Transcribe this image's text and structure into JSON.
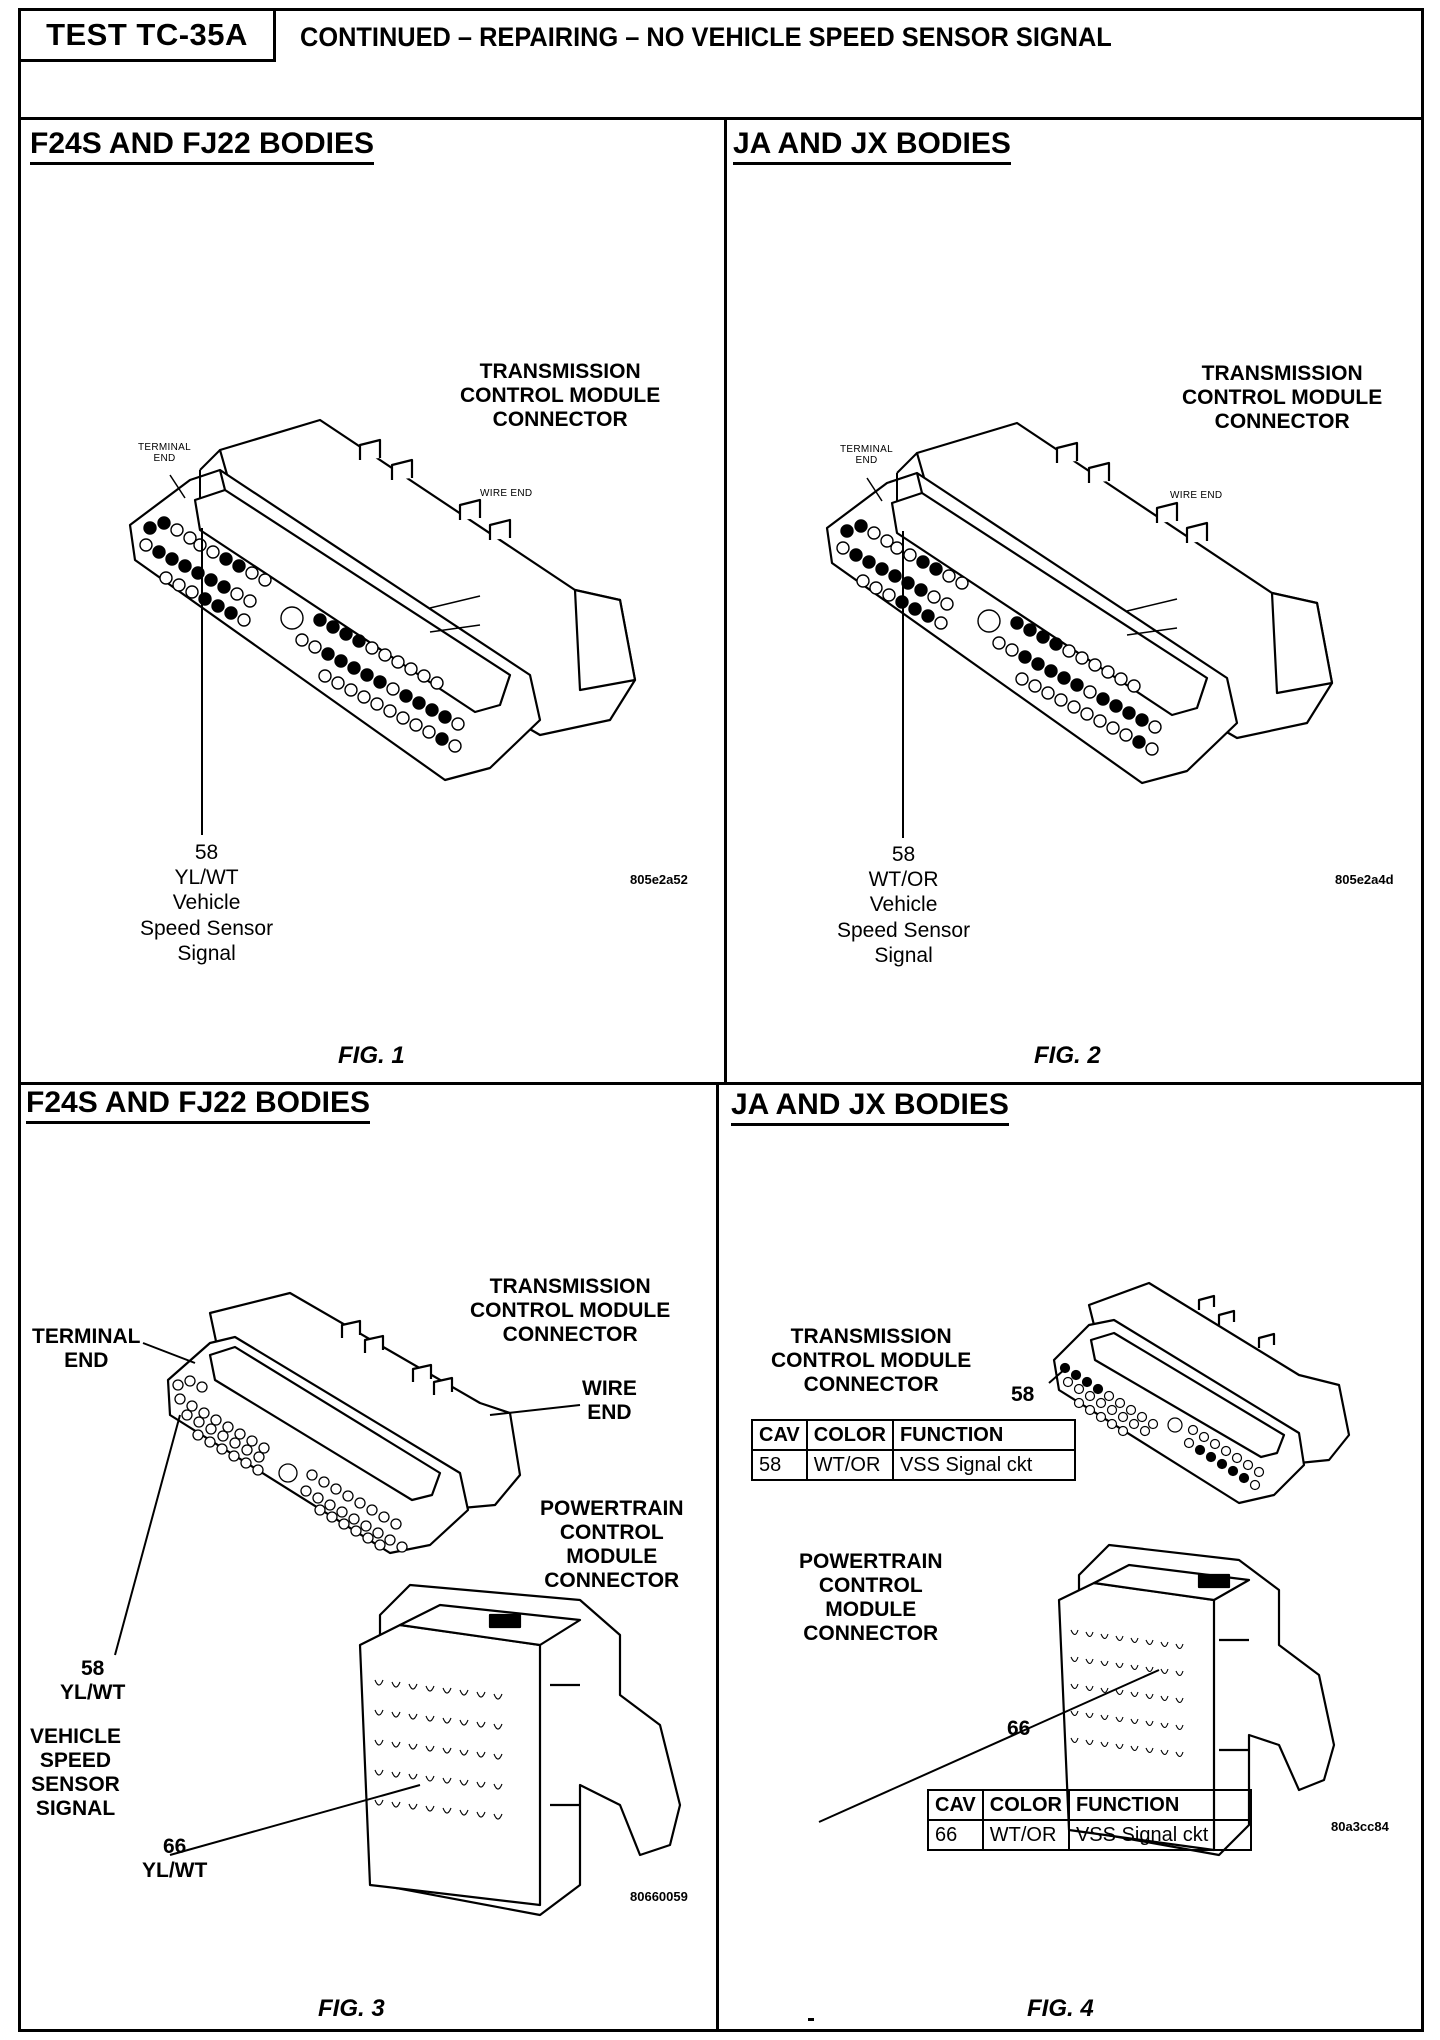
{
  "header": {
    "test_id": "TEST TC-35A",
    "title": "CONTINUED – REPAIRING – NO VEHICLE SPEED SENSOR SIGNAL"
  },
  "fig1": {
    "heading": "F24S AND FJ22 BODIES",
    "tcm_label": [
      "TRANSMISSION",
      "CONTROL MODULE",
      "CONNECTOR"
    ],
    "terminal_end": [
      "TERMINAL",
      "END"
    ],
    "wire_end": "WIRE END",
    "pin_number": "58",
    "pin_color": "YL/WT",
    "pin_desc": [
      "Vehicle",
      "Speed Sensor",
      "Signal"
    ],
    "code": "805e2a52",
    "fig": "FIG. 1"
  },
  "fig2": {
    "heading": "JA AND JX BODIES",
    "tcm_label": [
      "TRANSMISSION",
      "CONTROL MODULE",
      "CONNECTOR"
    ],
    "terminal_end": [
      "TERMINAL",
      "END"
    ],
    "wire_end": "WIRE END",
    "pin_number": "58",
    "pin_color": "WT/OR",
    "pin_desc": [
      "Vehicle",
      "Speed Sensor",
      "Signal"
    ],
    "code": "805e2a4d",
    "fig": "FIG. 2"
  },
  "fig3": {
    "heading": "F24S AND FJ22 BODIES",
    "tcm_label": [
      "TRANSMISSION",
      "CONTROL MODULE",
      "CONNECTOR"
    ],
    "terminal_end": [
      "TERMINAL",
      "END"
    ],
    "wire_end": [
      "WIRE",
      "END"
    ],
    "pcm_label": [
      "POWERTRAIN",
      "CONTROL",
      "MODULE",
      "CONNECTOR"
    ],
    "pin58": [
      "58",
      "YL/WT"
    ],
    "vss_label": [
      "VEHICLE",
      "SPEED",
      "SENSOR",
      "SIGNAL"
    ],
    "pin66": [
      "66",
      "YL/WT"
    ],
    "code": "80660059",
    "fig": "FIG. 3"
  },
  "fig4": {
    "heading": "JA AND JX BODIES",
    "tcm_label": [
      "TRANSMISSION",
      "CONTROL MODULE",
      "CONNECTOR"
    ],
    "pin58": "58",
    "table1": {
      "headers": [
        "CAV",
        "COLOR",
        "FUNCTION"
      ],
      "row": [
        "58",
        "WT/OR",
        "VSS Signal ckt"
      ]
    },
    "pcm_label": [
      "POWERTRAIN",
      "CONTROL",
      "MODULE",
      "CONNECTOR"
    ],
    "pin66": "66",
    "table2": {
      "headers": [
        "CAV",
        "COLOR",
        "FUNCTION"
      ],
      "row": [
        "66",
        "WT/OR",
        "VSS Signal ckt"
      ]
    },
    "code": "80a3cc84",
    "fig": "FIG. 4"
  },
  "icons": {
    "tcm_connector": "transmission-control-module-connector-drawing",
    "pcm_connector": "powertrain-control-module-connector-drawing"
  }
}
